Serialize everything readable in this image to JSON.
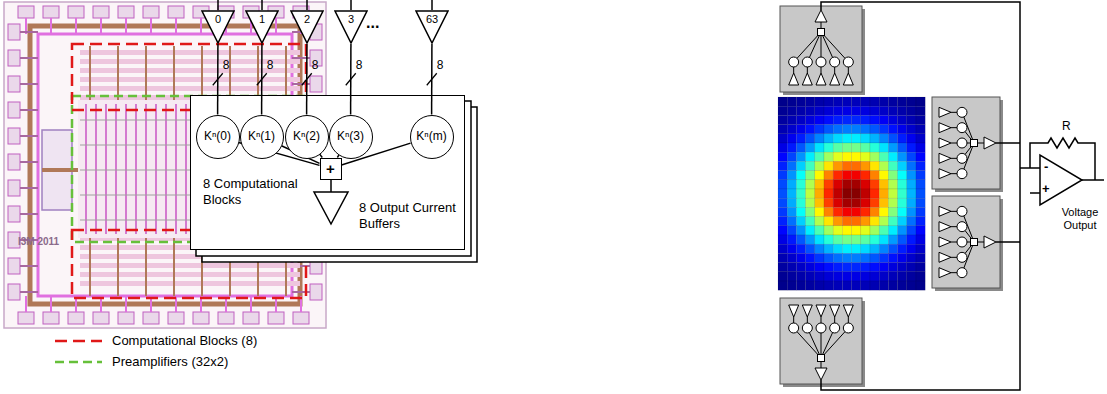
{
  "diagram": {
    "nodes": [
      {
        "text": [
          "0"
        ]
      },
      {
        "text": [
          "1"
        ]
      },
      {
        "text": [
          "2"
        ]
      },
      {
        "text": [
          "3"
        ]
      },
      {
        "text": [
          "63"
        ]
      },
      {
        "text": [
          "8 Computational Blocks",
          "8 Output Current Buffers"
        ]
      },
      {
        "text": [
          "Kⁿ(0)"
        ],
        "in": 5
      },
      {
        "text": [
          "Kⁿ(1)"
        ],
        "in": 5
      },
      {
        "text": [
          "Kⁿ(2)"
        ],
        "in": 5
      },
      {
        "text": [
          "Kⁿ(3)"
        ],
        "in": 5
      },
      {
        "text": [
          "Kⁿ(m)"
        ],
        "in": 5
      },
      {
        "text": [
          "+"
        ],
        "in": 5
      }
    ],
    "edges": [
      {
        "from": 0,
        "to": 6,
        "label": "8",
        "arrow": "none"
      },
      {
        "from": 1,
        "to": 7,
        "label": "8",
        "arrow": "none"
      },
      {
        "from": 2,
        "to": 8,
        "label": "8",
        "arrow": "none"
      },
      {
        "from": 3,
        "to": 9,
        "label": "8",
        "arrow": "none"
      },
      {
        "from": 4,
        "to": 10,
        "label": "8",
        "arrow": "none"
      },
      {
        "from": 6,
        "to": 11,
        "arrow": "none"
      },
      {
        "from": 7,
        "to": 11,
        "arrow": "none"
      },
      {
        "from": 8,
        "to": 11,
        "arrow": "none"
      },
      {
        "from": 9,
        "to": 11,
        "arrow": "none"
      },
      {
        "from": 10,
        "to": 11,
        "arrow": "none"
      }
    ],
    "labels": [
      "...",
      "I3M 2011",
      "R",
      "-",
      "+",
      "Voltage Output"
    ],
    "legend": [
      {
        "text": "Computational Blocks (8)"
      },
      {
        "text": "Preamplifiers (32x2)"
      }
    ]
  }
}
